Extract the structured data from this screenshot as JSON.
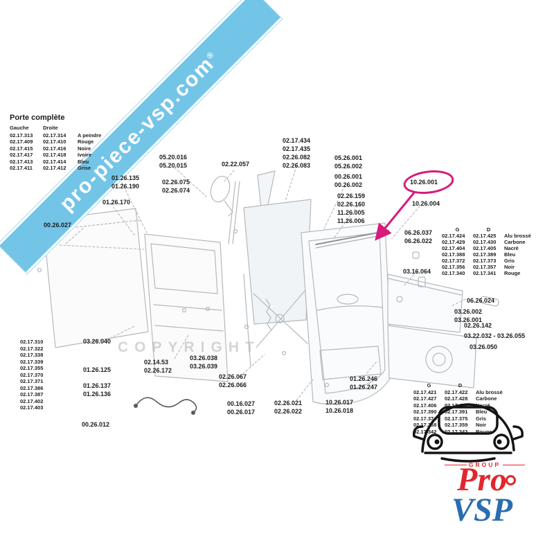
{
  "banner": {
    "text": "pro-piece-vsp.com",
    "reg_mark": "®",
    "color": "#73c5e8"
  },
  "watermark": {
    "copyright": "COPYRIGHT"
  },
  "door_table": {
    "title": "Porte complète",
    "headers": [
      "Gauche",
      "Droite"
    ],
    "rows": [
      [
        "02.17.313",
        "02.17.314",
        "A peindre"
      ],
      [
        "02.17.409",
        "02.17.410",
        "Rouge"
      ],
      [
        "02.17.415",
        "02.17.416",
        "Noire"
      ],
      [
        "02.17.417",
        "02.17.418",
        "Ivoire"
      ],
      [
        "02.17.413",
        "02.17.414",
        "Bleu"
      ],
      [
        "02.17.411",
        "02.17.412",
        "Grise"
      ]
    ]
  },
  "left_part_list": [
    "02.17.310",
    "02.17.322",
    "02.17.338",
    "02.17.339",
    "02.17.355",
    "02.17.370",
    "02.17.371",
    "02.17.386",
    "02.17.387",
    "02.17.402",
    "02.17.403"
  ],
  "labels": [
    "05.20.016\n05.20.015",
    "02.22.057",
    "02.17.434\n02.17.435\n02.26.082\n02.26.083",
    "05.26.001\n05.26.002",
    "00.26.001\n00.26.002",
    "02.26.159\n02.26.160",
    "11.26.005\n11.26.006",
    "01.26.135\n01.26.190",
    "02.26.075\n02.26.074",
    "01.26.170",
    "00.26.027",
    "10.26.004",
    "06.26.037\n06.26.022",
    "03.16.064",
    "06.26.024",
    "03.26.002\n03.26.001",
    "02.26.142",
    "03.22.032 - 03.26.055",
    "03.26.050",
    "03.26.040",
    "02.14.53\n02.26.172",
    "03.26.038\n03.26.039",
    "01.26.125",
    "02.26.067\n02.26.066",
    "01.26.137\n01.26.136",
    "00.26.012",
    "00.16.027\n00.26.017",
    "02.26.021\n02.26.022",
    "01.26.246\n01.26.247",
    "10.26.017\n10.26.018"
  ],
  "highlight": {
    "part": "10.26.001",
    "color": "#d81b7c"
  },
  "trim_table_upper": {
    "headers": [
      "G",
      "D"
    ],
    "rows": [
      [
        "02.17.424",
        "02.17.425",
        "Alu brossé"
      ],
      [
        "02.17.429",
        "02.17.430",
        "Carbone"
      ],
      [
        "02.17.404",
        "02.17.405",
        "Nacré"
      ],
      [
        "02.17.388",
        "02.17.389",
        "Bleu"
      ],
      [
        "02.17.372",
        "02.17.373",
        "Gris"
      ],
      [
        "02.17.356",
        "02.17.357",
        "Noir"
      ],
      [
        "02.17.340",
        "02.17.341",
        "Rouge"
      ]
    ]
  },
  "trim_table_lower": {
    "headers": [
      "G",
      "D"
    ],
    "rows": [
      [
        "02.17.421",
        "02.17.422",
        "Alu brossé"
      ],
      [
        "02.17.427",
        "02.17.428",
        "Carbone"
      ],
      [
        "02.17.406",
        "02.17.407",
        "Nacré"
      ],
      [
        "02.17.390",
        "02.17.391",
        "Bleu"
      ],
      [
        "02.17.374",
        "02.17.375",
        "Gris"
      ],
      [
        "02.17.358",
        "02.17.359",
        "Noir"
      ],
      [
        "02.17.342",
        "02.17.343",
        "Rouge"
      ]
    ]
  },
  "logo": {
    "group": "GROUP",
    "pro": "Pro",
    "vsp": "VSP",
    "pro_color": "#e3262c",
    "vsp_color": "#2a6db0"
  }
}
